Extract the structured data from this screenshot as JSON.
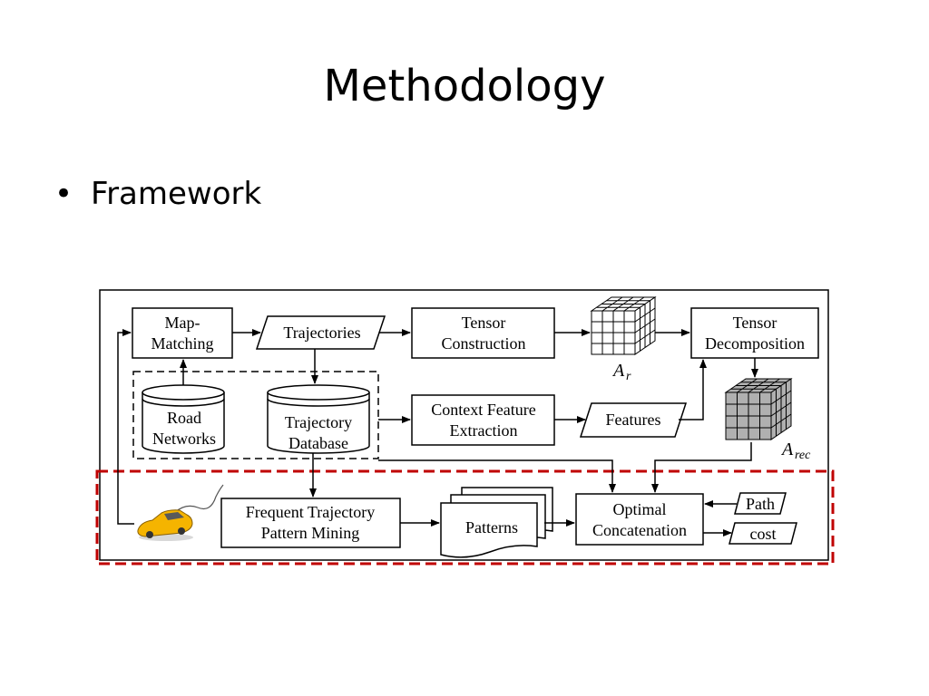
{
  "slide": {
    "title": "Methodology",
    "bullet": "Framework"
  },
  "diagram": {
    "nodes": {
      "map_matching": [
        "Map-",
        "Matching"
      ],
      "trajectories": "Trajectories",
      "tensor_construction": [
        "Tensor",
        "Construction"
      ],
      "tensor_decomposition": [
        "Tensor",
        "Decomposition"
      ],
      "road_networks": [
        "Road",
        "Networks"
      ],
      "trajectory_database": [
        "Trajectory",
        "Database"
      ],
      "context_feature_extraction": [
        "Context Feature",
        "Extraction"
      ],
      "features": "Features",
      "frequent_pattern_mining": [
        "Frequent Trajectory",
        "Pattern Mining"
      ],
      "patterns": "Patterns",
      "optimal_concatenation": [
        "Optimal",
        "Concatenation"
      ],
      "path": "Path",
      "cost": "cost"
    },
    "tensor_labels": {
      "ar_main": "A",
      "ar_sub": "r",
      "arec_main": "A",
      "arec_sub": "rec"
    },
    "colors": {
      "highlight_border": "#c00000",
      "tensor_filled": "#b0b0b0",
      "car_body": "#f5b400"
    }
  }
}
